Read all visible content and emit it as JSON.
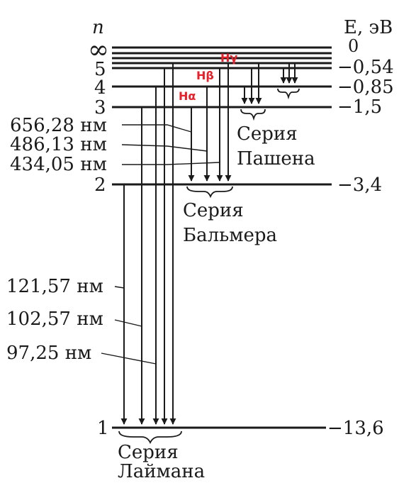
{
  "axis": {
    "n_label": "n",
    "energy_label": "E, эВ"
  },
  "levels": [
    {
      "n": "∞",
      "energy": "0"
    },
    {
      "n": "5",
      "energy": "−0,54"
    },
    {
      "n": "4",
      "energy": "−0,85"
    },
    {
      "n": "3",
      "energy": "−1,5"
    },
    {
      "n": "2",
      "energy": "−3,4"
    },
    {
      "n": "1",
      "energy": "−13,6"
    }
  ],
  "balmer_lines": [
    {
      "label": "Hα",
      "wavelength": "656,28 нм"
    },
    {
      "label": "Hβ",
      "wavelength": "486,13 нм"
    },
    {
      "label": "Hγ",
      "wavelength": "434,05 нм"
    }
  ],
  "lyman_wavelengths": [
    "121,57 нм",
    "102,57 нм",
    "97,25 нм"
  ],
  "series": {
    "paschen": [
      "Серия",
      "Пашена"
    ],
    "balmer": [
      "Серия",
      "Бальмера"
    ],
    "lyman": [
      "Серия",
      "Лаймана"
    ]
  },
  "colors": {
    "ink": "#1a1a1a",
    "h_label": "#e8202a"
  }
}
